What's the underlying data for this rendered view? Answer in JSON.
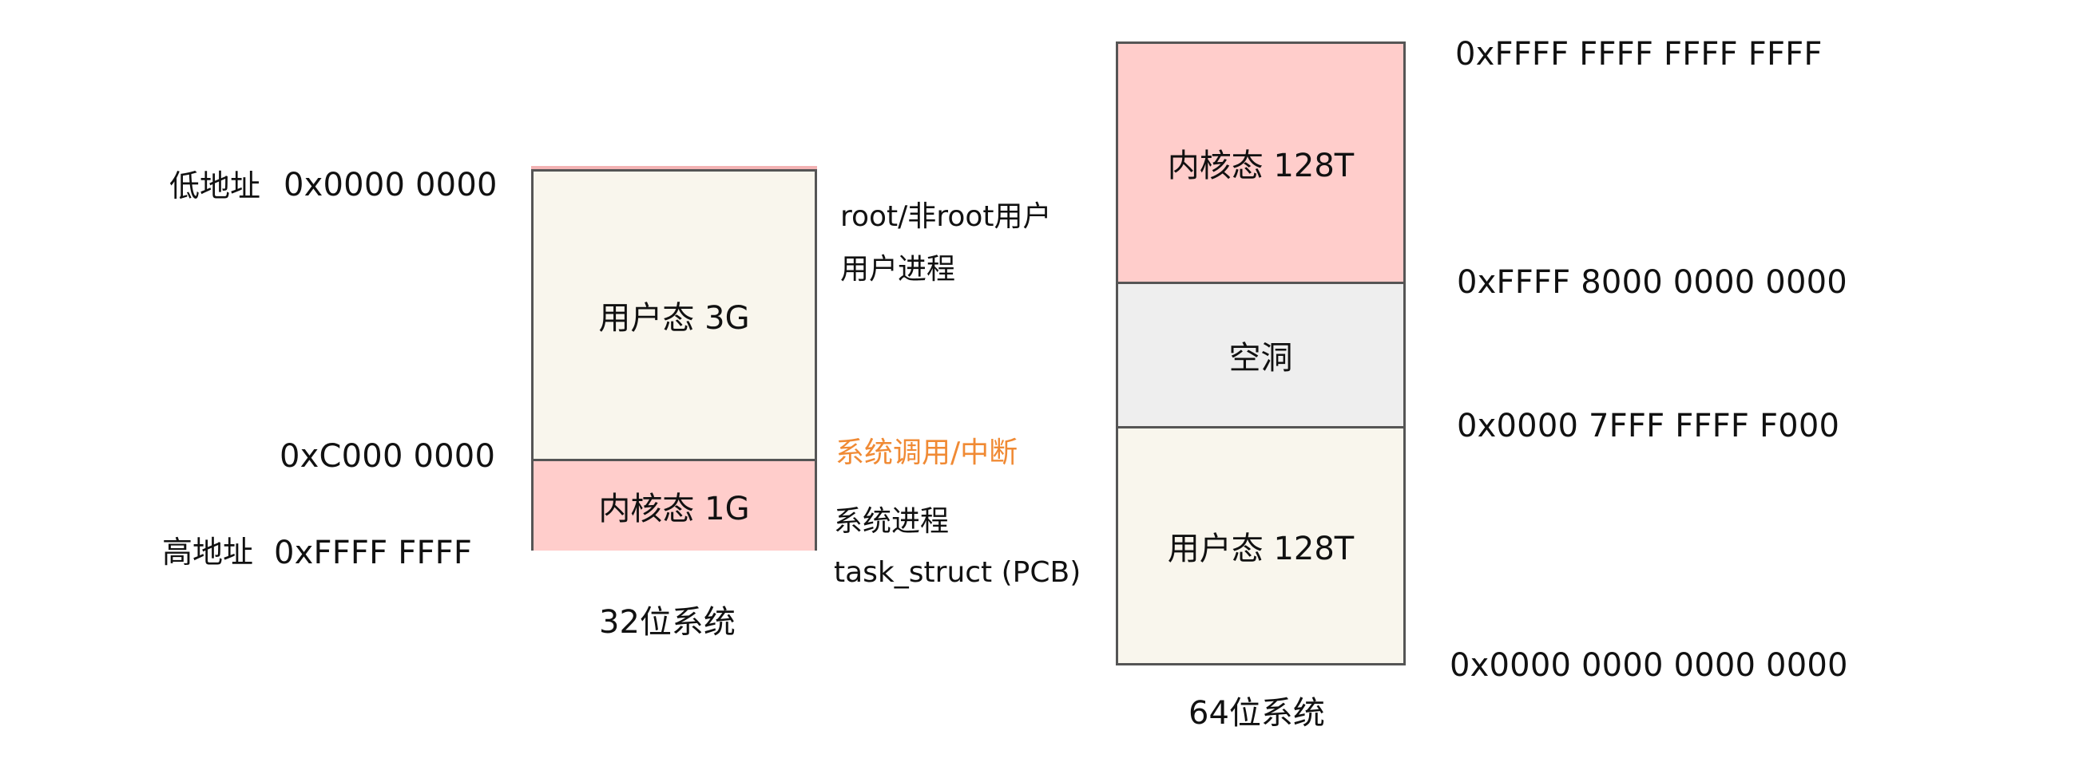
{
  "sys32": {
    "low_label": "低地址",
    "high_label": "高地址",
    "addr_low": "0x0000 0000",
    "addr_mid": "0xC000 0000",
    "addr_high": "0xFFFF FFFF",
    "user_segment": "用户态 3G",
    "kernel_segment": "内核态 1G",
    "note_user_1": "root/非root用户",
    "note_user_2": "用户进程",
    "note_syscall": "系统调用/中断",
    "note_kernel_1": "系统进程",
    "note_kernel_2": "task_struct (PCB)",
    "caption": "32位系统"
  },
  "sys64": {
    "kernel_segment": "内核态 128T",
    "hole_segment": "空洞",
    "user_segment": "用户态 128T",
    "addr_top": "0xFFFF FFFF FFFF FFFF",
    "addr_kernel_start": "0xFFFF 8000 0000 0000",
    "addr_user_end": "0x0000 7FFF FFFF F000",
    "addr_bottom": "0x0000 0000 0000 0000",
    "caption": "64位系统"
  },
  "colors": {
    "user_fill": "#f9f6ed",
    "kernel_fill": "#ffcdcb",
    "hole_fill": "#eeeeee",
    "highlight_text": "#f08a34"
  }
}
